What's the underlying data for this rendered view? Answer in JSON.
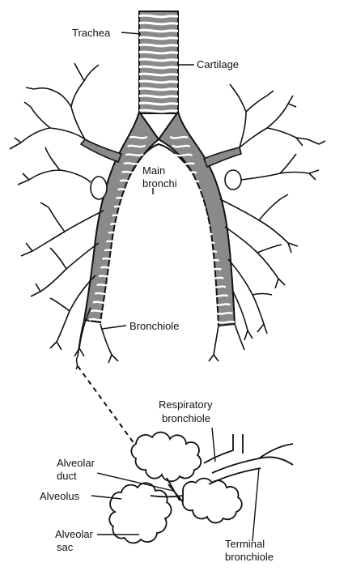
{
  "labels": {
    "trachea": "Trachea",
    "cartilage": "Cartilage",
    "main_bronchi": [
      "Main",
      "bronchi"
    ],
    "bronchiole": "Bronchiole",
    "respiratory_bronchiole": [
      "Respiratory",
      "bronchiole"
    ],
    "alveolar_duct": [
      "Alveolar",
      "duct"
    ],
    "alveolus": "Alveolus",
    "alveolar_sac": [
      "Alveolar",
      "sac"
    ],
    "terminal_bronchiole": [
      "Terminal",
      "bronchiole"
    ]
  },
  "colors": {
    "airway_fill": "#8a8a8a",
    "outline": "#111111",
    "cartilage_ring": "#ffffff",
    "background": "#ffffff"
  }
}
